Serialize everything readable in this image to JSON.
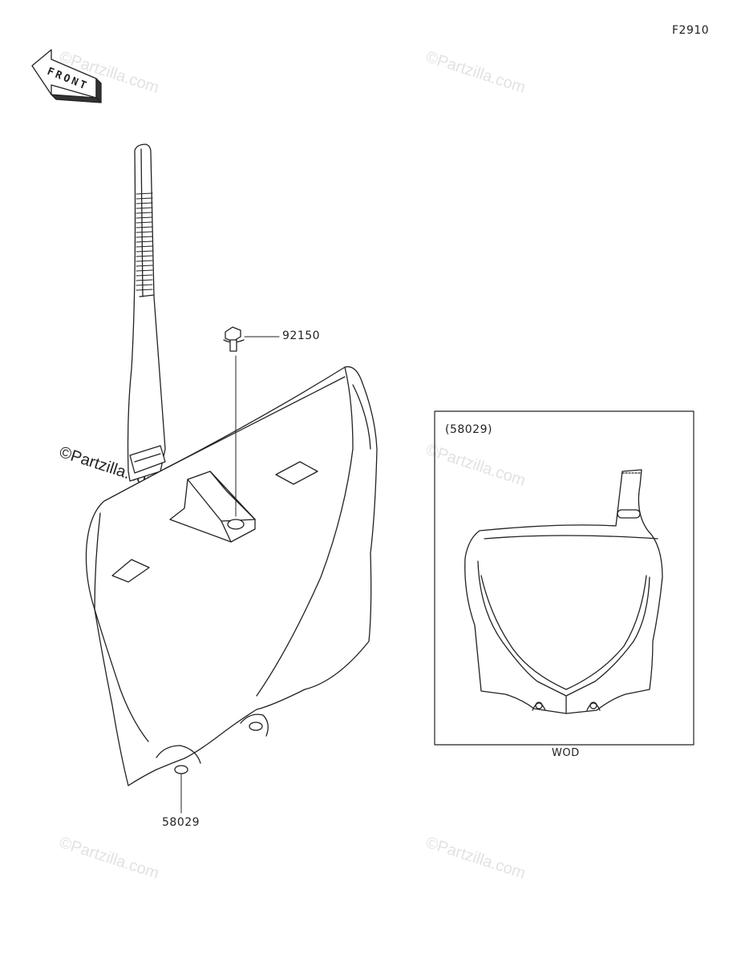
{
  "figure_id": "F2910",
  "front_label": "FRONT",
  "parts": {
    "bolt_code": "92150",
    "plate_code": "58029"
  },
  "inset": {
    "title": "(58029)",
    "caption": "WOD"
  },
  "watermarks": {
    "faint": "©Partzilla.com",
    "strong": "©Partzilla.com"
  }
}
